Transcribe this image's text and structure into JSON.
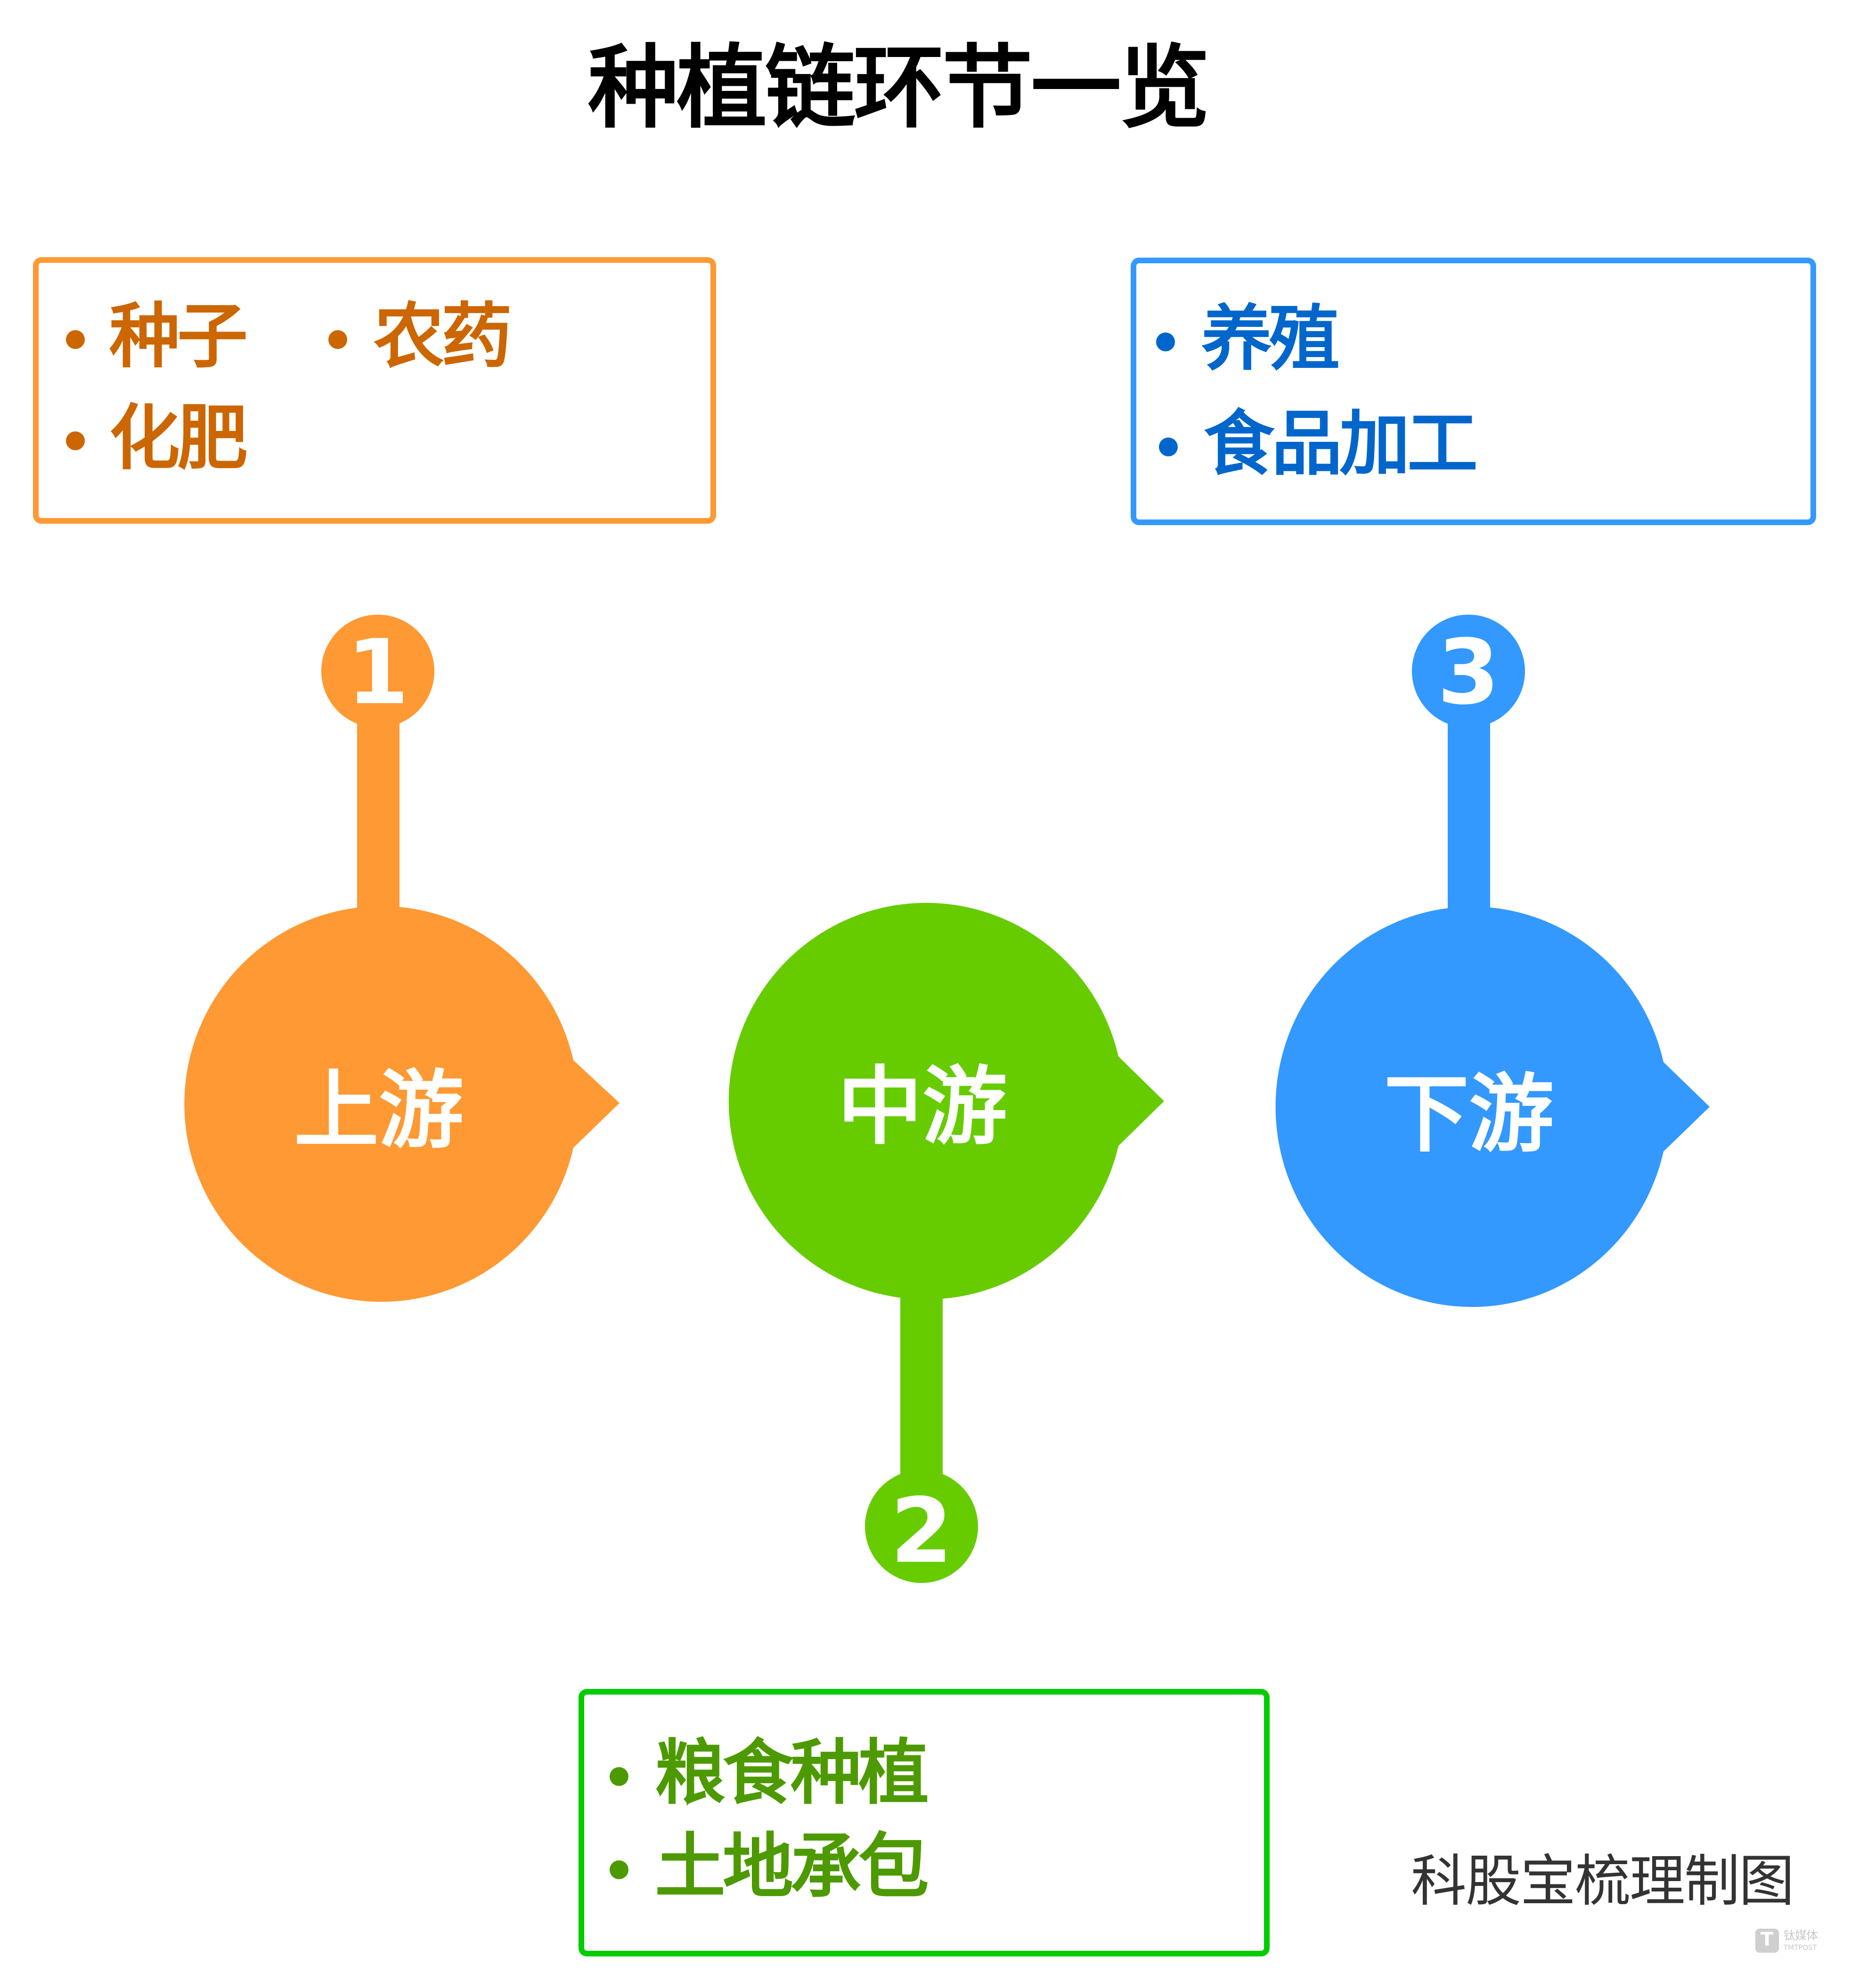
{
  "title": "种植链环节一览",
  "colors": {
    "upstream": "#FF9933",
    "midstream": "#66CC00",
    "downstream": "#3399FF",
    "upstream_text": "#CC6600",
    "midstream_text": "#4D9A00",
    "downstream_text": "#0066CC",
    "midstream_border": "#00CC00"
  },
  "stages": [
    {
      "number": "1",
      "label": "上游",
      "items": [
        "种子",
        "农药",
        "化肥"
      ]
    },
    {
      "number": "2",
      "label": "中游",
      "items": [
        "粮食种植",
        "土地承包"
      ]
    },
    {
      "number": "3",
      "label": "下游",
      "items": [
        "养殖",
        "食品加工"
      ]
    }
  ],
  "credit": "科股宝梳理制图",
  "watermark": {
    "logo_glyph": "T",
    "name_cn": "钛媒体",
    "name_en": "TMTPOST"
  }
}
